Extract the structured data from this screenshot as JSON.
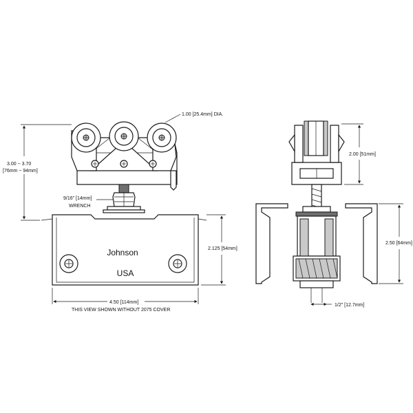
{
  "dimensions": {
    "wheel_diameter": "1.00 [25.4mm] DIA.",
    "overall_height": "3.00 ~ 3.70",
    "overall_height_mm": "[76mm ~ 94mm]",
    "wrench_size": "9/16\" [14mm]",
    "wrench_label": "WRENCH",
    "plate_height": "2.125 [54mm]",
    "plate_width": "4.50 [114mm]",
    "carrier_height": "2.00 [51mm]",
    "track_height": "2.50 [64mm]",
    "slot_width": "1/2\" [12.7mm]"
  },
  "plate": {
    "brand": "Johnson",
    "origin": "USA"
  },
  "note": "THIS VIEW SHOWN WITHOUT 2075 COVER"
}
